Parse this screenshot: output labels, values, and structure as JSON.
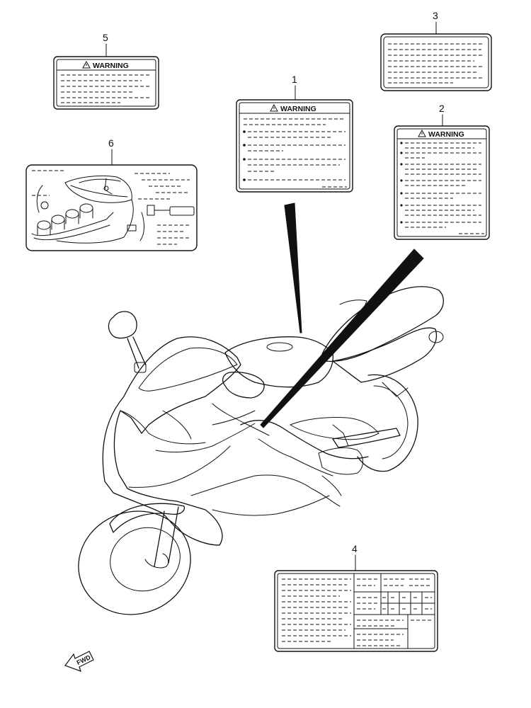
{
  "callouts": [
    {
      "id": "1",
      "label": "1"
    },
    {
      "id": "2",
      "label": "2"
    },
    {
      "id": "3",
      "label": "3"
    },
    {
      "id": "4",
      "label": "4"
    },
    {
      "id": "5",
      "label": "5"
    },
    {
      "id": "6",
      "label": "6"
    }
  ],
  "labels": {
    "label1": {
      "heading": "WARNING"
    },
    "label2": {
      "heading": "WARNING"
    },
    "label5": {
      "heading": "WARNING"
    }
  },
  "direction": {
    "text": "FWD"
  }
}
